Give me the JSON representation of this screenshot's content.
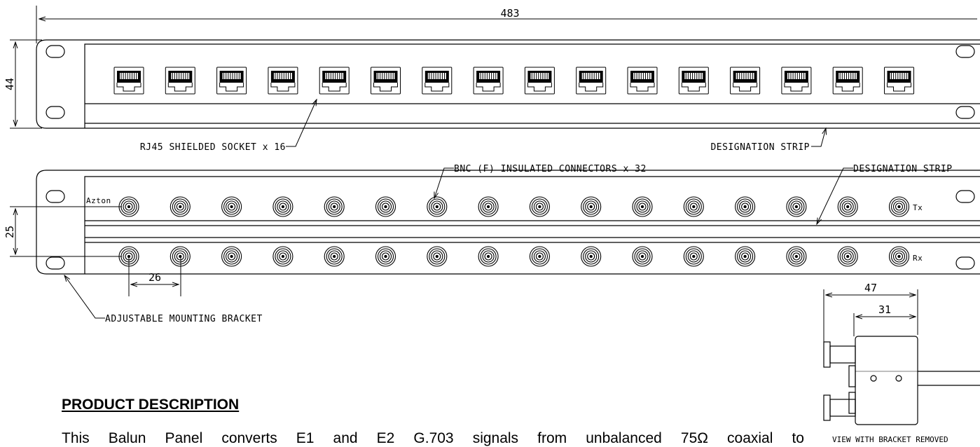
{
  "dimensions": {
    "width": "483",
    "height_rj45": "44",
    "height_bnc": "25",
    "pitch": "26",
    "depth_total": "47",
    "depth_body": "31"
  },
  "labels": {
    "rj45_sockets": "RJ45 SHIELDED SOCKET x 16",
    "designation_strip_top": "DESIGNATION STRIP",
    "bnc_connectors": "BNC (F) INSULATED CONNECTORS x 32",
    "designation_strip_bnc": "DESIGNATION STRIP",
    "mounting_bracket": "ADJUSTABLE MOUNTING BRACKET",
    "brand": "Azton",
    "tx": "Tx",
    "rx": "Rx",
    "side_view_caption": "VIEW WITH BRACKET REMOVED"
  },
  "counts": {
    "rj45_sockets": 16,
    "bnc_per_row": 16
  },
  "description": {
    "heading": "PRODUCT DESCRIPTION",
    "text": "This Balun Panel converts E1 and E2 G.703 signals from unbalanced 75Ω coaxial to"
  }
}
